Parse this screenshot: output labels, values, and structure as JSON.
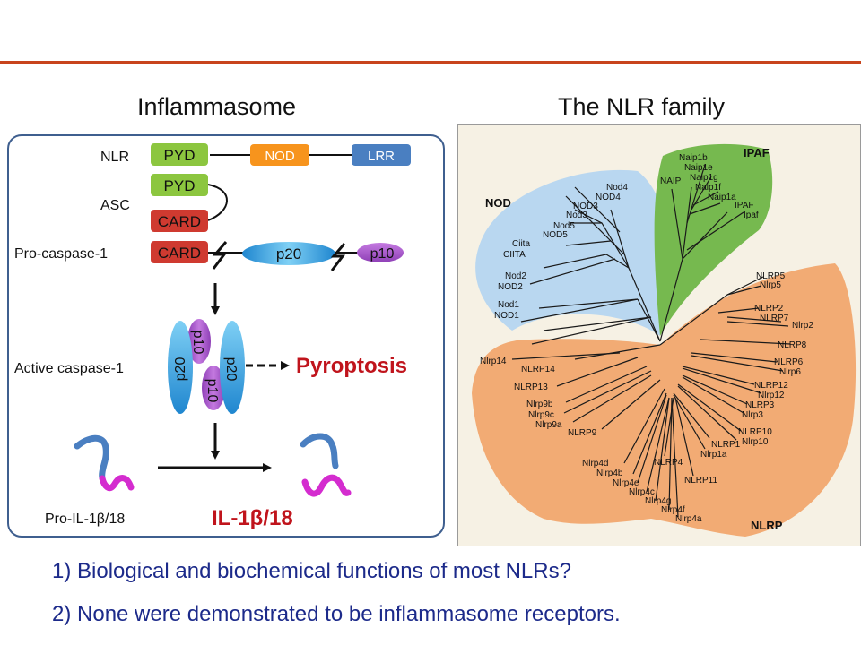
{
  "titles": {
    "left": "Inflammasome",
    "right": "The NLR family"
  },
  "diagram": {
    "labels": {
      "nlr": "NLR",
      "asc": "ASC",
      "procasp": "Pro-caspase-1",
      "active": "Active caspase-1",
      "proil": "Pro-IL-1β/18"
    },
    "domains": {
      "pyd": "PYD",
      "nod": "NOD",
      "lrr": "LRR",
      "card": "CARD",
      "p20": "p20",
      "p10": "p10"
    },
    "outcomes": {
      "pyroptosis": "Pyroptosis",
      "il": "IL-1β/18"
    },
    "colors": {
      "pyd": "#8cc63f",
      "nod": "#f7941d",
      "lrr": "#4a7fc1",
      "card": "#cf3a30",
      "p20": "#3aa3df",
      "p10": "#a855c8",
      "outcome": "#c0141c",
      "box": "#3f5f8f",
      "il_blue": "#4a7fc1",
      "il_magenta": "#d42ccf"
    }
  },
  "tree": {
    "clades": {
      "nod": "NOD",
      "ipaf": "IPAF",
      "nlrp": "NLRP"
    },
    "colors": {
      "nod": "#b9d7f0",
      "ipaf": "#76b94f",
      "nlrp": "#f2ab74",
      "frame": "#f6f1e4"
    },
    "leaves": {
      "nod4h": "Nod4",
      "nod4": "NOD4",
      "nod3h": "NOD3",
      "nod3": "Nod3",
      "nod5h": "Nod5",
      "nod5": "NOD5",
      "ciitah": "Ciita",
      "ciita": "CIITA",
      "nod2h": "Nod2",
      "nod2": "NOD2",
      "nod1h": "Nod1",
      "nod1": "NOD1",
      "naip1b": "Naip1b",
      "naip1e": "Naip1e",
      "naip1g": "Naip1g",
      "naip1f": "Naip1f",
      "naip1a": "Naip1a",
      "naip": "NAIP",
      "ipafh": "IPAF",
      "ipaf": "Ipaf",
      "nlrp5": "NLRP5",
      "nlrp5m": "Nlrp5",
      "nlrp2": "NLRP2",
      "nlrp7": "NLRP7",
      "nlrp2m": "Nlrp2",
      "nlrp8": "NLRP8",
      "nlrp6": "NLRP6",
      "nlrp6m": "Nlrp6",
      "nlrp12": "NLRP12",
      "nlrp12m": "Nlrp12",
      "nlrp3": "NLRP3",
      "nlrp3m": "Nlrp3",
      "nlrp10": "NLRP10",
      "nlrp10m": "Nlrp10",
      "nlrp1": "NLRP1",
      "nlrp1a": "Nlrp1a",
      "nlrp14m": "Nlrp14",
      "nlrp14": "NLRP14",
      "nlrp13": "NLRP13",
      "nlrp9b": "Nlrp9b",
      "nlrp9c": "Nlrp9c",
      "nlrp9a": "Nlrp9a",
      "nlrp9": "NLRP9",
      "nlrp4d": "Nlrp4d",
      "nlrp4b": "Nlrp4b",
      "nlrp4e": "Nlrp4e",
      "nlrp4c": "Nlrp4c",
      "nlrp4g": "Nlrp4g",
      "nlrp4f": "Nlrp4f",
      "nlrp4a": "Nlrp4a",
      "nlrp4": "NLRP4",
      "nlrp11": "NLRP11"
    }
  },
  "questions": [
    "1) Biological and biochemical functions of most NLRs?",
    "2) None were demonstrated to be inflammasome receptors."
  ]
}
